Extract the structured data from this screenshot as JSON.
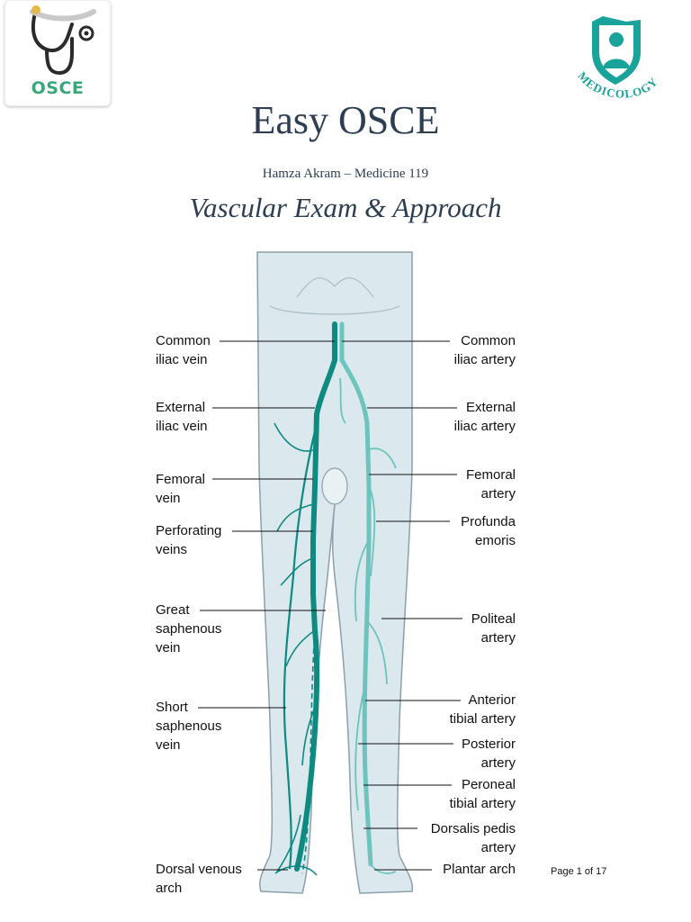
{
  "header": {
    "left_logo": {
      "text": "OSCE",
      "icon": "stethoscope-icon",
      "accent": "#3aa77a"
    },
    "right_logo": {
      "text": "MEDICOLOGY",
      "icon": "doctor-shield-icon",
      "accent": "#1aa39a"
    }
  },
  "title": "Easy OSCE",
  "author": "Hamza Akram – Medicine 119",
  "subtitle": "Vascular Exam & Approach",
  "figure": {
    "colors": {
      "skin": "#dbe8ee",
      "outline": "#8aa0ab",
      "vein": "#0e8a80",
      "artery": "#6cc4bd"
    },
    "left_labels": [
      {
        "line1": "Common",
        "line2": "iliac vein"
      },
      {
        "line1": "External",
        "line2": "iliac vein"
      },
      {
        "line1": "Femoral",
        "line2": "vein"
      },
      {
        "line1": "Perforating",
        "line2": "veins"
      },
      {
        "line1": "Great",
        "line2": "saphenous",
        "line3": "vein"
      },
      {
        "line1": "Short",
        "line2": "saphenous",
        "line3": "vein"
      },
      {
        "line1": "Dorsal venous",
        "line2": "arch"
      }
    ],
    "right_labels": [
      {
        "line1": "Common",
        "line2": "iliac artery"
      },
      {
        "line1": "External",
        "line2": "iliac artery"
      },
      {
        "line1": "Femoral",
        "line2": "artery"
      },
      {
        "line1": "Profunda",
        "line2": "emoris"
      },
      {
        "line1": "Politeal",
        "line2": "artery"
      },
      {
        "line1": "Anterior",
        "line2": "tibial artery"
      },
      {
        "line1": "Posterior",
        "line2": "artery"
      },
      {
        "line1": "Peroneal",
        "line2": "tibial artery"
      },
      {
        "line1": "Dorsalis pedis",
        "line2": "artery"
      },
      {
        "line1": "Plantar arch"
      }
    ]
  },
  "footer": {
    "page_label": "Page 1 of 17"
  }
}
